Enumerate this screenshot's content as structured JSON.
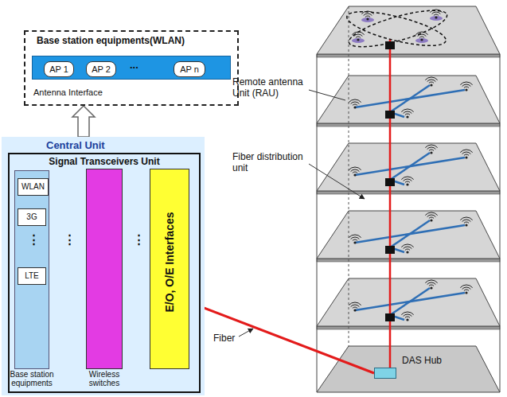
{
  "diagram": {
    "nodes": [
      {
        "text": [
          "Base station equipments(WLAN)",
          "Antenna Interface"
        ]
      },
      {
        "text": [
          "AP 1"
        ],
        "in": 0
      },
      {
        "text": [
          "AP 2"
        ],
        "in": 0
      },
      {
        "text": [
          "AP n"
        ],
        "in": 0
      },
      {
        "text": [
          "Central Unit"
        ]
      },
      {
        "text": [
          "Signal Transceivers Unit"
        ],
        "in": 4
      },
      {
        "text": [
          "Base station equipments"
        ],
        "in": 5
      },
      {
        "text": [
          "WLAN"
        ],
        "in": 6
      },
      {
        "text": [
          "3G"
        ],
        "in": 6
      },
      {
        "text": [
          "LTE"
        ],
        "in": 6
      },
      {
        "text": [
          "Wireless switches"
        ],
        "in": 5
      },
      {
        "text": [
          "E/O, O/E Interfaces"
        ],
        "in": 5
      },
      {
        "text": [
          "DAS Hub"
        ]
      }
    ],
    "edges": [
      {
        "from": 4,
        "to": 0,
        "arrow": "to"
      },
      {
        "from": 7,
        "to": 10,
        "arrow": "both"
      },
      {
        "from": 8,
        "to": 10,
        "arrow": "both"
      },
      {
        "from": 9,
        "to": 10,
        "arrow": "both"
      },
      {
        "from": 10,
        "to": 11,
        "arrow": "both"
      },
      {
        "from": 10,
        "to": 11,
        "arrow": "both"
      },
      {
        "from": 10,
        "to": 11,
        "arrow": "both"
      },
      {
        "from": 11,
        "to": 12,
        "arrow": "none"
      }
    ],
    "labels": [
      "...",
      "⋮",
      "⋮",
      "⋮",
      "Remote antenna Unit (RAU)",
      "Fiber distribution unit",
      "Fiber"
    ]
  }
}
